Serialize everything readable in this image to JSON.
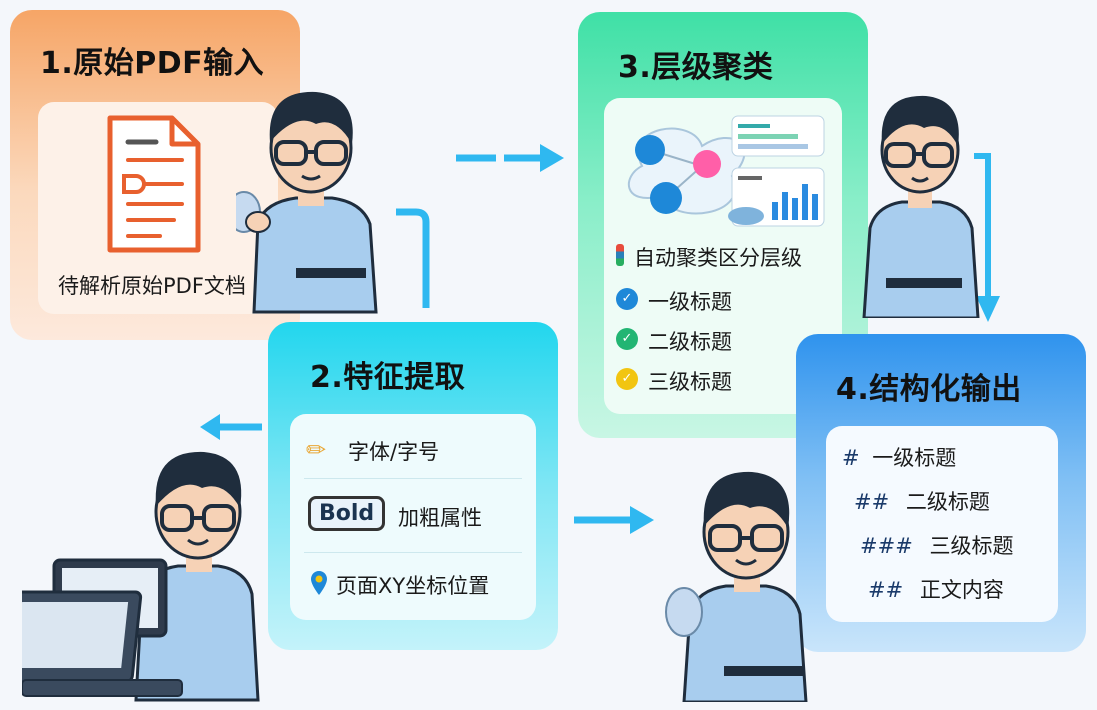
{
  "steps": {
    "step1": {
      "title": "1.原始PDF输入",
      "caption": "待解析原始PDF文档"
    },
    "step2": {
      "title": "2.特征提取",
      "items": [
        "字体/字号",
        "加粗属性",
        "页面XY坐标位置"
      ],
      "bold_badge": "Bold"
    },
    "step3": {
      "title": "3.层级聚类",
      "subtitle": "自动聚类区分层级",
      "levels": [
        "一级标题",
        "二级标题",
        "三级标题"
      ]
    },
    "step4": {
      "title": "4.结构化输出",
      "lines": [
        {
          "prefix": "#",
          "text": "一级标题"
        },
        {
          "prefix": "##",
          "text": "二级标题"
        },
        {
          "prefix": "###",
          "text": "三级标题"
        },
        {
          "prefix": "##",
          "text": "正文内容"
        }
      ]
    }
  },
  "colors": {
    "step1": "#f8b27a",
    "step2": "#38d9ef",
    "step3": "#52e3ad",
    "step4": "#3d9df0",
    "arrow": "#2fb8f0",
    "shirt": "#a8cdee",
    "hair": "#1f2d3d"
  }
}
